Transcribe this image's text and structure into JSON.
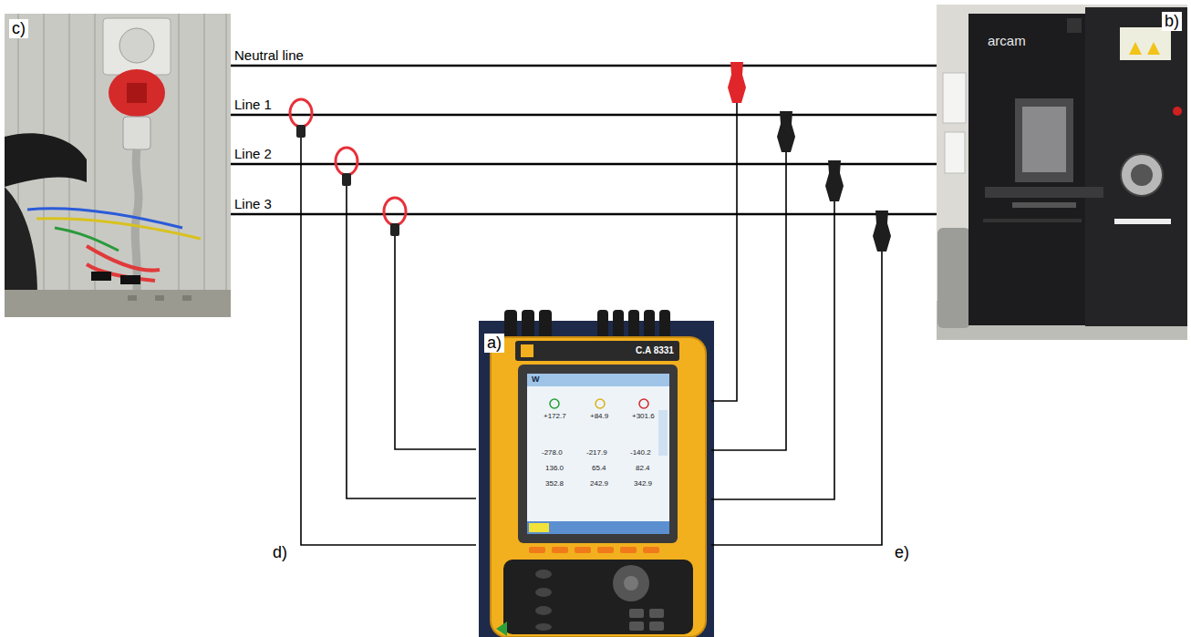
{
  "diagram": {
    "nodes": [
      {
        "text": [
          "c)"
        ]
      },
      {
        "text": [
          "b)"
        ]
      },
      {
        "text": [
          "a)"
        ]
      }
    ],
    "edges": [
      {
        "from": 0,
        "to": 1,
        "arrow": "none",
        "label": "Neutral line"
      },
      {
        "from": 0,
        "to": 1,
        "arrow": "none",
        "label": "Line 1"
      },
      {
        "from": 0,
        "to": 1,
        "arrow": "none",
        "label": "Line 2"
      },
      {
        "from": 0,
        "to": 1,
        "arrow": "none",
        "label": "Line 3"
      }
    ],
    "labels": [
      "d)",
      "e)",
      "W",
      "+172.7",
      "+84.9",
      "+301.6",
      "-278.0",
      "-217.9",
      "-140.2",
      "136.0",
      "65.4",
      "82.4",
      "352.8",
      "242.9",
      "342.9",
      "C.A 8331",
      "arcam"
    ]
  }
}
